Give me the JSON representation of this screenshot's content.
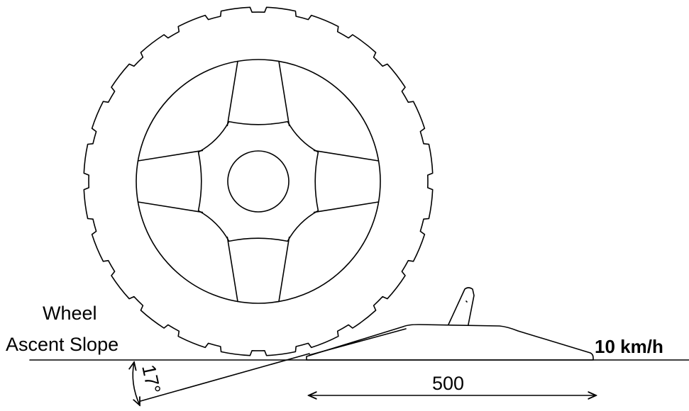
{
  "diagram": {
    "labels": {
      "wheel_line1": "Wheel",
      "wheel_line2": "Ascent Slope",
      "speed": "10 km/h",
      "width": "500",
      "angle": "17°"
    },
    "colors": {
      "line": "#000000",
      "background": "#ffffff"
    }
  }
}
